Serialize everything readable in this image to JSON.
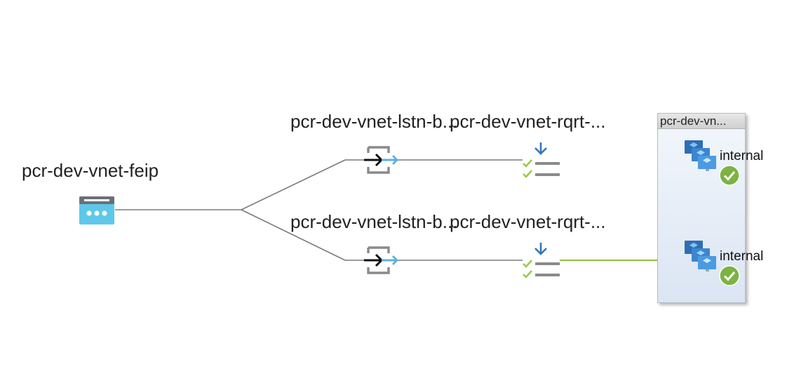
{
  "frontend_ip": {
    "label": "pcr-dev-vnet-feip",
    "icon": "frontend-ip-icon"
  },
  "listeners": [
    {
      "label": "pcr-dev-vnet-lstn-b...",
      "icon": "listener-icon"
    },
    {
      "label": "pcr-dev-vnet-lstn-b...",
      "icon": "listener-icon"
    }
  ],
  "rules": [
    {
      "label": "pcr-dev-vnet-rqrt-...",
      "icon": "routing-rule-icon"
    },
    {
      "label": "pcr-dev-vnet-rqrt-...",
      "icon": "routing-rule-icon"
    }
  ],
  "backend_pool": {
    "title": "pcr-dev-vn...",
    "members": [
      {
        "label": "internal",
        "status": "healthy",
        "icon": "vm-scale-set-icon"
      },
      {
        "label": "internal",
        "status": "healthy",
        "icon": "vm-scale-set-icon"
      }
    ]
  },
  "colors": {
    "connector": "#7a7a7a",
    "healthy_link": "#8cbf3f",
    "azure_blue": "#3277bc",
    "healthy_badge": "#7cb342"
  }
}
